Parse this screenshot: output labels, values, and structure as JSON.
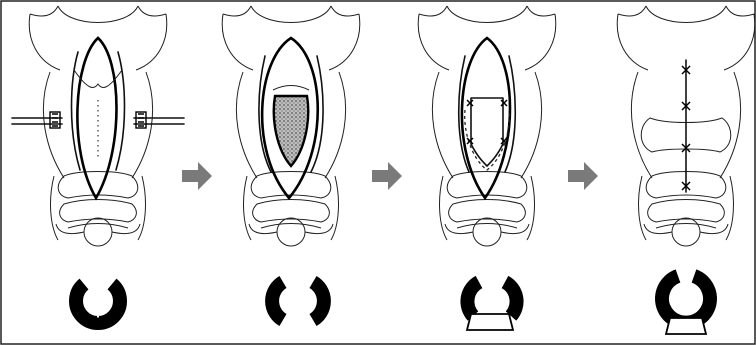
{
  "figure": {
    "frame_color": "#222222",
    "ink_color": "#000000",
    "graft_color": "#9a9a9a",
    "arrow_color": "#7a7a7a",
    "panels": [
      {
        "step": 1,
        "cartilage_ring": "open-anterior-split",
        "icon": "retractor-split-larynx"
      },
      {
        "step": 2,
        "cartilage_ring": "separated-halves",
        "icon": "graft-in-opening"
      },
      {
        "step": 3,
        "cartilage_ring": "halves-with-graft",
        "icon": "graft-sutured"
      },
      {
        "step": 4,
        "cartilage_ring": "closed-with-graft",
        "icon": "midline-closure"
      }
    ],
    "arrows": 3
  }
}
